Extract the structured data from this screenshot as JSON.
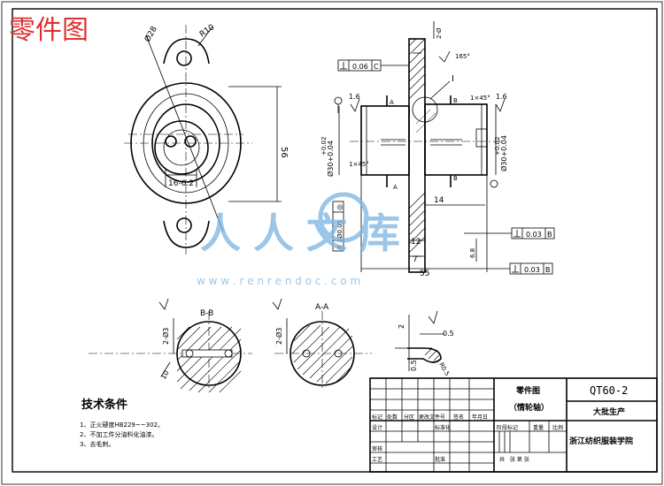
{
  "header": {
    "watermark_title": "零件图",
    "watermark_title_color": "#e03030",
    "brand_watermark": "人人文库",
    "brand_watermark_url": "w w w . r e n r e n d o c . c o m",
    "brand_watermark_color": "#7bb3df"
  },
  "top_view": {
    "dim_outer": "Ø28",
    "dim_radius": "R10",
    "dim_height": "56",
    "dim_slot": "16-0.2"
  },
  "front_view": {
    "tol_top_value": "0.06",
    "tol_top_datum": "C",
    "dim_vertical_top": "2-Ø",
    "angle_label": "165°",
    "detail_label": "I",
    "label_a_top": "A",
    "label_b_top": "B",
    "chamfer_left": "1×45°",
    "chamfer_right": "1×45°",
    "roughness_left": "1.6",
    "roughness_right": "1.6",
    "dia_left": "Ø30+0.04",
    "dia_left_upper": "+0.02",
    "dia_right": "Ø30+0.04",
    "dia_right_upper": "+0.02",
    "label_a_bottom": "A",
    "label_b_bottom": "B",
    "dim_14": "14",
    "dim_12": "12",
    "dim_7": "7",
    "dim_55": "55",
    "dim_68": "6.8",
    "tol_coax_symbol": "◎",
    "tol_coax_value": "Ø0.05",
    "tol_coax_datum": "B",
    "tol_mid_value": "0.03",
    "tol_mid_datum": "B",
    "tol_bot_value": "0.03",
    "tol_bot_datum": "B"
  },
  "section_bb": {
    "title": "B-B",
    "dim_vert": "2-Ø3",
    "dim_width": "10"
  },
  "section_aa": {
    "title": "A-A",
    "dim_vert": "2-Ø3"
  },
  "detail_view": {
    "dim_2": "2",
    "dim_05_right": "0.5",
    "dim_05_left": "0.5",
    "dim_r05": "R0.5"
  },
  "tech_requirements": {
    "title": "技术条件",
    "items": [
      "1、正火硬度HB229~~302。",
      "2、不加工件分油料化油漆。",
      "3、去毛刺。"
    ]
  },
  "title_block": {
    "part_name_line1": "零件图",
    "part_name_line2": "（情轮轴）",
    "drawing_number": "QT60-2",
    "production": "大批生产",
    "school": "浙江纺织服装学院",
    "labels": {
      "mark": "标记",
      "count": "处数",
      "zone": "分区",
      "change_doc": "更改文件号",
      "sign": "签名",
      "date": "年月日",
      "design": "设计",
      "standard": "标准化",
      "stage": "阶段标记",
      "weight": "重量",
      "scale": "比例",
      "review": "审核",
      "process": "工艺",
      "approve": "批准",
      "sheets": "共　张 第 张"
    }
  }
}
